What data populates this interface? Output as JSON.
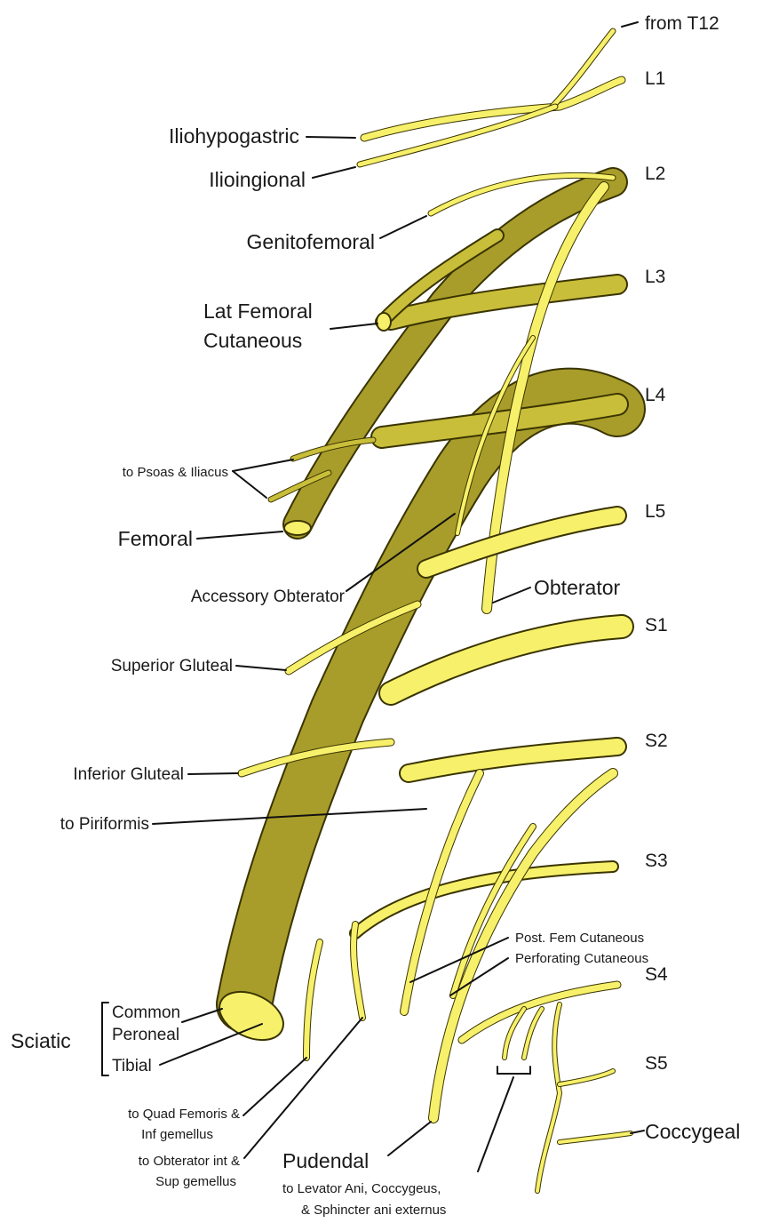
{
  "labels": {
    "from_t12": "from T12",
    "l1": "L1",
    "l2": "L2",
    "l3": "L3",
    "l4": "L4",
    "l5": "L5",
    "s1": "S1",
    "s2": "S2",
    "s3": "S3",
    "s4": "S4",
    "s5": "S5",
    "iliohypogastric": "Iliohypogastric",
    "ilioinguinal": "Ilioingional",
    "genitofemoral": "Genitofemoral",
    "lat_femoral_1": "Lat Femoral",
    "lat_femoral_2": "Cutaneous",
    "psoas_iliacus": "to Psoas & Iliacus",
    "femoral": "Femoral",
    "accessory_obturator": "Accessory Obterator",
    "obturator": "Obterator",
    "superior_gluteal": "Superior Gluteal",
    "inferior_gluteal": "Inferior Gluteal",
    "piriformis": "to Piriformis",
    "post_fem_cutaneous": "Post. Fem Cutaneous",
    "perforating_cutaneous": "Perforating Cutaneous",
    "common_peroneal_1": "Common",
    "common_peroneal_2": "Peroneal",
    "tibial": "Tibial",
    "sciatic": "Sciatic",
    "quad_femoris_1": "to Quad Femoris &",
    "quad_femoris_2": "Inf gemellus",
    "obturator_int_1": "to Obterator int &",
    "obturator_int_2": "Sup gemellus",
    "pudendal": "Pudendal",
    "levator_1": "to Levator Ani, Coccygeus,",
    "levator_2": "& Sphincter ani externus",
    "coccygeal": "Coccygeal"
  },
  "colors": {
    "nerve_bright": "#f7f06a",
    "nerve_olive": "#c9be3a",
    "nerve_dark": "#a89d2a",
    "outline": "#3a3400"
  }
}
